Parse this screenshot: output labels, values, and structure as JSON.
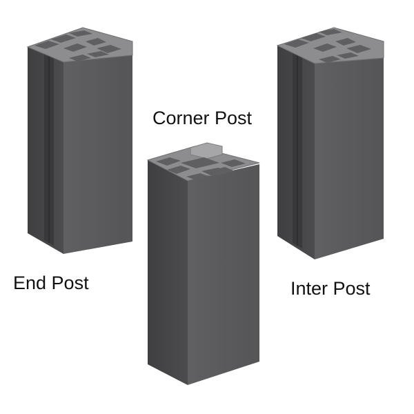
{
  "labels": {
    "corner": "Corner Post",
    "end": "End Post",
    "inter": "Inter Post"
  },
  "colors": {
    "front": "#5a5a5c",
    "side": "#474749",
    "top": "#8d8d90",
    "hole": "#6a6a6c",
    "edge": "#3a3a3c"
  }
}
